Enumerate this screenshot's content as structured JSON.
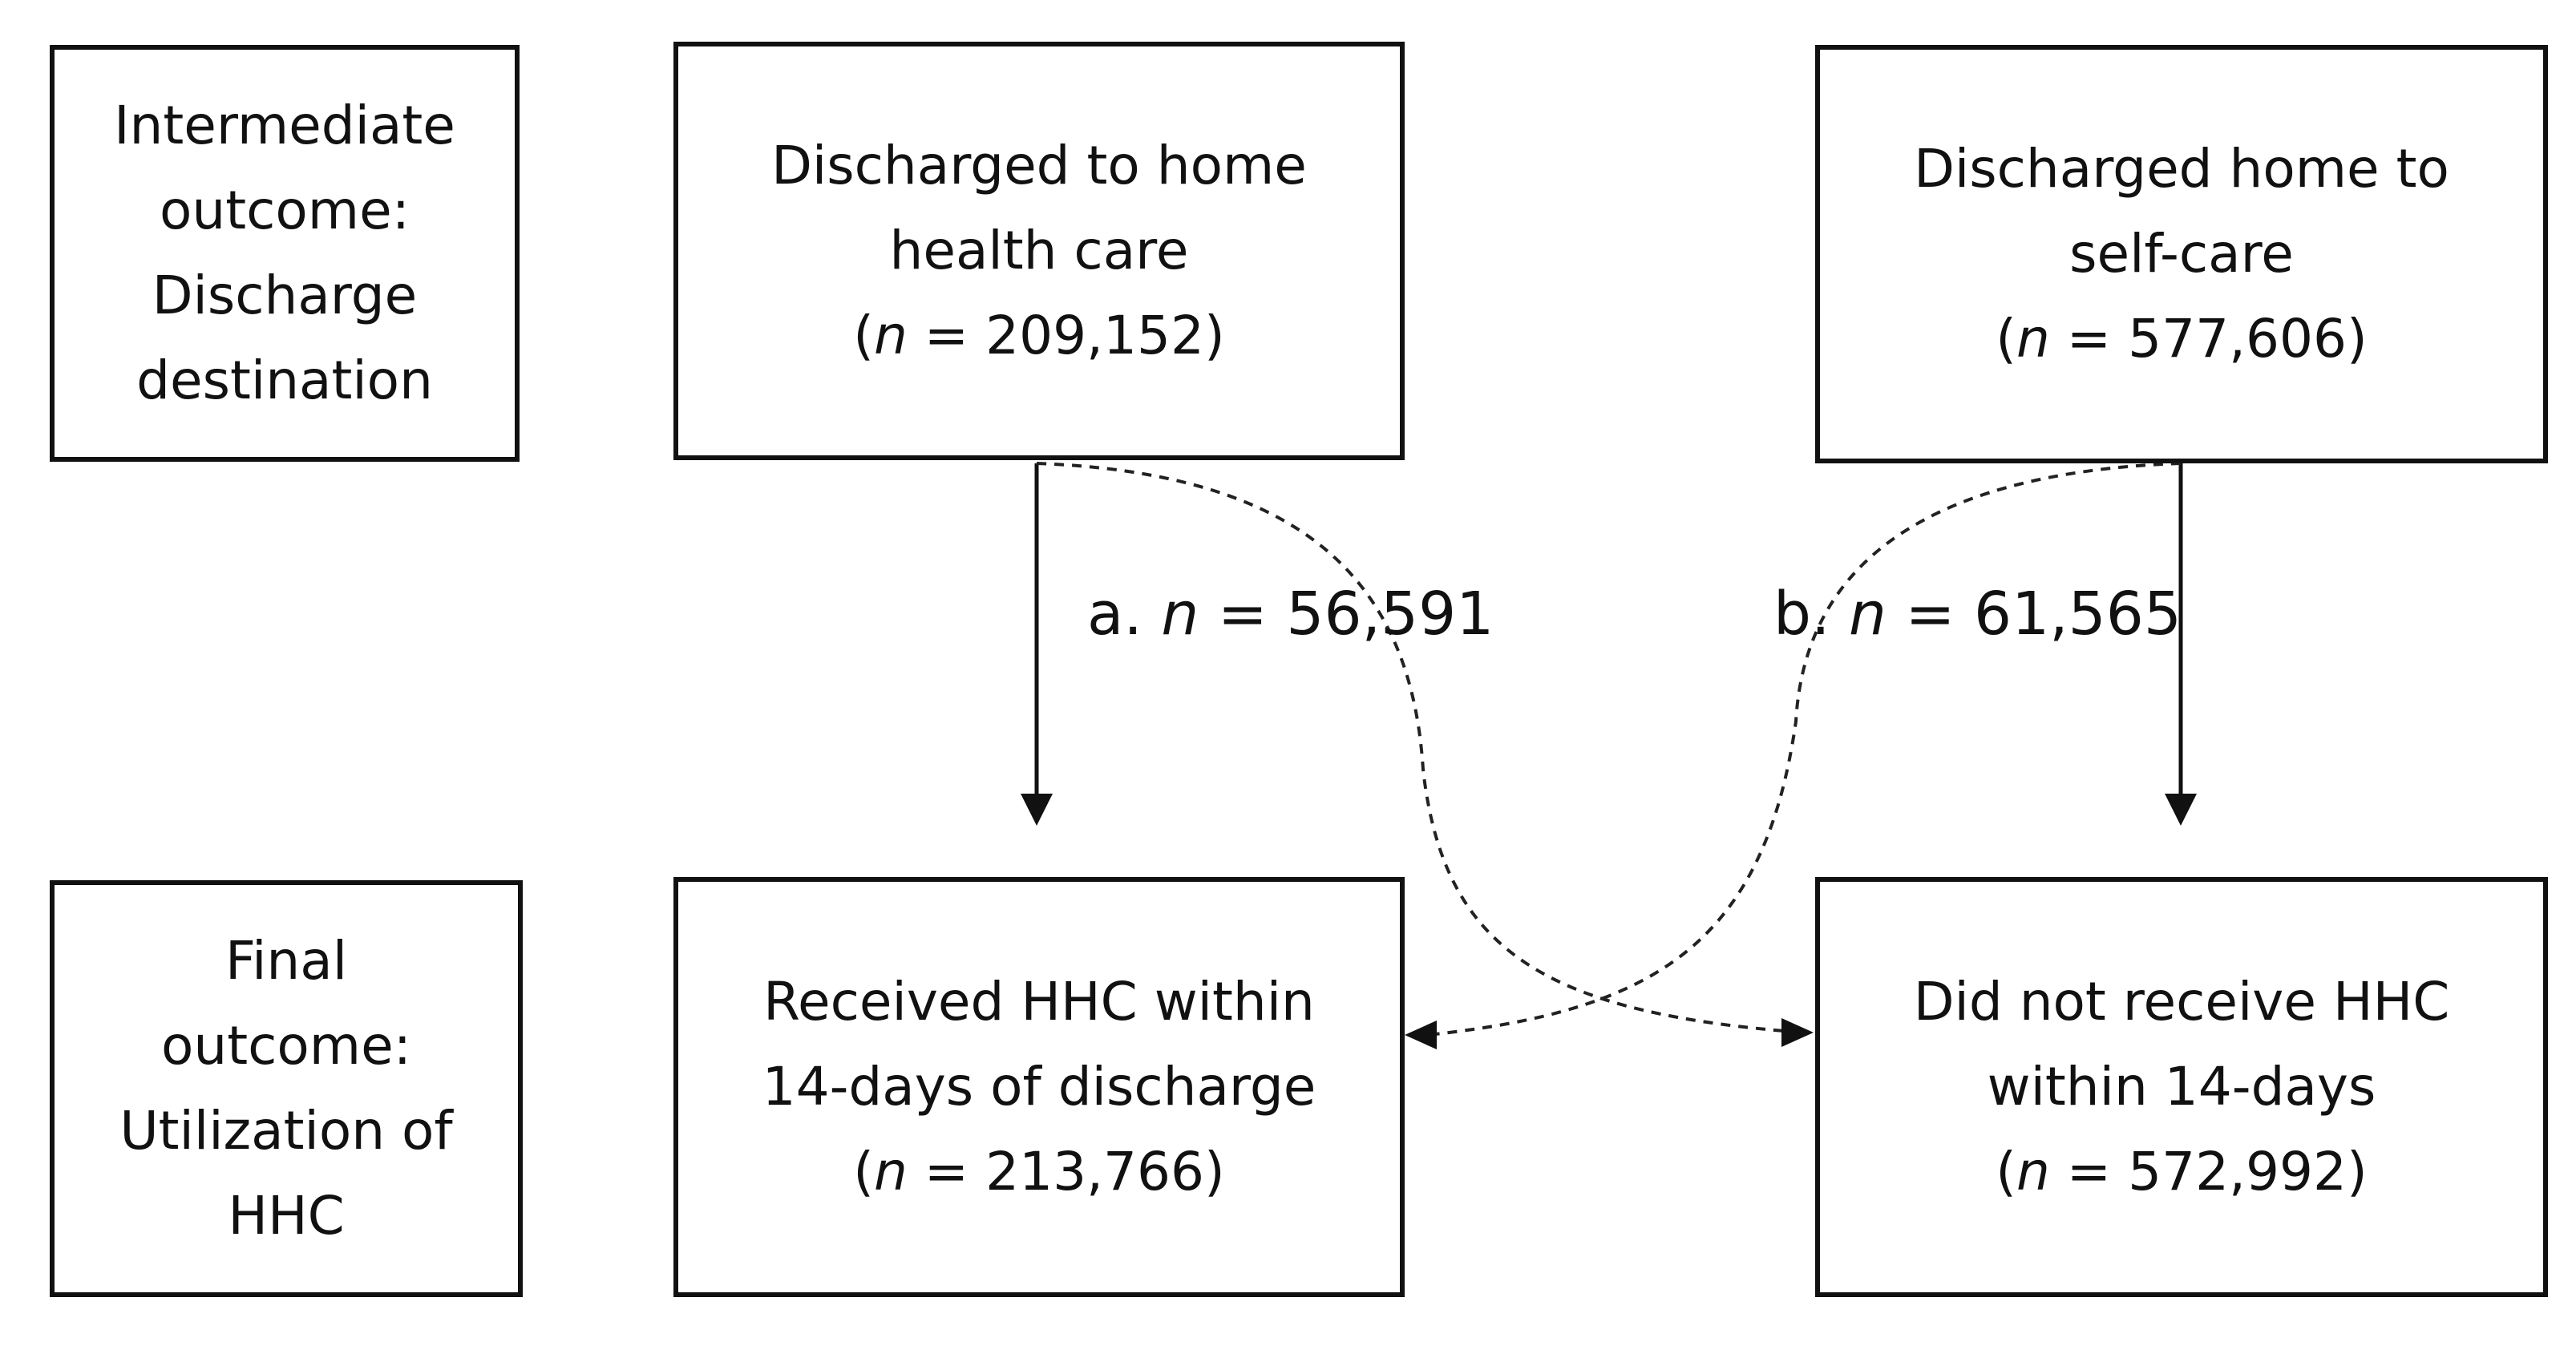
{
  "rows": {
    "intermediate": {
      "lines": [
        "Intermediate",
        "outcome:",
        "Discharge",
        "destination"
      ]
    },
    "final": {
      "lines": [
        "Final",
        "outcome:",
        "Utilization of",
        "HHC"
      ]
    }
  },
  "boxes": {
    "hhc_discharge": {
      "lines": [
        "Discharged to home",
        "health care"
      ],
      "n_open": "(",
      "n_var": "n",
      "n_rest": " = 209,152)"
    },
    "self_care": {
      "lines": [
        "Discharged home to",
        "self-care"
      ],
      "n_open": "(",
      "n_var": "n",
      "n_rest": " = 577,606)"
    },
    "received": {
      "lines": [
        "Received HHC within",
        "14-days of discharge"
      ],
      "n_open": "(",
      "n_var": "n",
      "n_rest": " = 213,766)"
    },
    "not_received": {
      "lines": [
        "Did not receive HHC",
        "within 14-days"
      ],
      "n_open": "(",
      "n_var": "n",
      "n_rest": " = 572,992)"
    }
  },
  "edges": {
    "a": {
      "prefix": "a. ",
      "var": "n",
      "rest": " = 56,591"
    },
    "b": {
      "prefix": "b. ",
      "var": "n",
      "rest": " = 61,565"
    }
  }
}
